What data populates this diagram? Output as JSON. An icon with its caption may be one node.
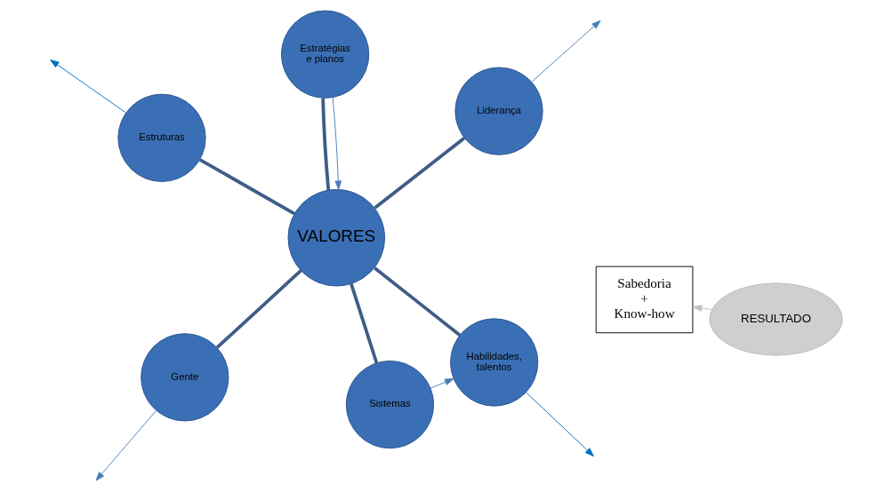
{
  "diagram": {
    "nodes": [
      {
        "text": [
          "VALORES"
        ]
      },
      {
        "text": [
          "Habilidades, talentos"
        ]
      },
      {
        "text": [
          "Sistemas"
        ]
      },
      {
        "text": [
          "Estruturas"
        ]
      },
      {
        "text": [
          "Estratégias e planos"
        ]
      },
      {
        "text": [
          "Liderança"
        ]
      },
      {
        "text": [
          "Gente"
        ]
      },
      {
        "text": [
          "Sabedoria + Know-how"
        ]
      },
      {
        "text": [
          "RESULTADO"
        ]
      }
    ],
    "edges": [
      {
        "from": 0,
        "to": 1,
        "arrow": "none",
        "style": "thick",
        "color": "#3e5d87"
      },
      {
        "from": 0,
        "to": 2,
        "arrow": "none",
        "style": "thick",
        "color": "#3e5d87"
      },
      {
        "from": 0,
        "to": 3,
        "arrow": "none",
        "style": "thick",
        "color": "#3e5d87"
      },
      {
        "from": 0,
        "to": 4,
        "arrow": "none",
        "style": "thick",
        "color": "#3e5d87"
      },
      {
        "from": 0,
        "to": 5,
        "arrow": "none",
        "style": "thick",
        "color": "#3e5d87"
      },
      {
        "from": 0,
        "to": 6,
        "arrow": "none",
        "style": "thick",
        "color": "#3e5d87"
      },
      {
        "from": 2,
        "to": 1,
        "arrow": "to"
      },
      {
        "from": 4,
        "to": 0,
        "arrow": "to"
      },
      {
        "from": 1,
        "to": null,
        "arrow": "to",
        "color": "#0070c0"
      },
      {
        "from": 3,
        "to": null,
        "arrow": "to",
        "color": "#0070c0"
      },
      {
        "from": 5,
        "to": null,
        "arrow": "to"
      },
      {
        "from": 6,
        "to": null,
        "arrow": "to"
      },
      {
        "from": 8,
        "to": 7,
        "arrow": "to",
        "color": "#bfbfbf"
      }
    ]
  }
}
